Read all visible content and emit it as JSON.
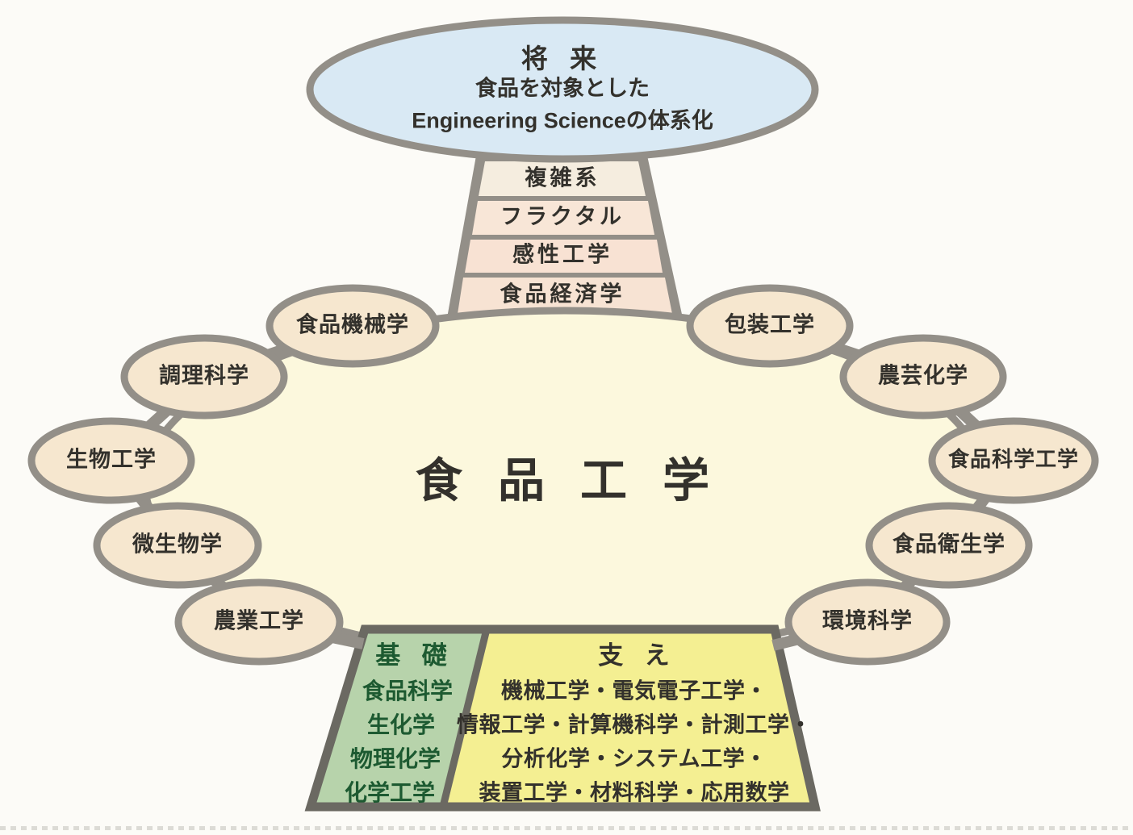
{
  "future": {
    "heading": "将 来",
    "line1": "食品を対象とした",
    "line2": "Engineering Scienceの体系化"
  },
  "pedestal": {
    "bands": [
      "複雑系",
      "フラクタル",
      "感性工学",
      "食品経済学"
    ]
  },
  "center": {
    "label": "食 品 工 学"
  },
  "satellites": [
    "食品機械学",
    "調理科学",
    "生物工学",
    "微生物学",
    "農業工学",
    "包装工学",
    "農芸化学",
    "食品科学工学",
    "食品衛生学",
    "環境科学"
  ],
  "foundation": {
    "heading": "基 礎",
    "items": [
      "食品科学",
      "生化学",
      "物理化学",
      "化学工学"
    ]
  },
  "support": {
    "heading": "支 え",
    "lines": [
      "機械工学・電気電子工学・",
      "情報工学・計算機科学・計測工学・",
      "分析化学・システム工学・",
      "装置工学・材料科学・応用数学"
    ]
  },
  "colors": {
    "future_fill": "#d9e9f4",
    "center_fill": "#fcf8dd",
    "satellite_fill": "#f6e7cf",
    "band_fill_1": "#f5eddf",
    "band_fill_2": "#f8e6d7",
    "band_fill_3": "#f8e2d3",
    "band_fill_4": "#f7e3d3",
    "foundation_fill": "#b7d3ab",
    "support_fill": "#f4ef92",
    "outline_gray": "#938f88",
    "trapezoid_outline": "#6b6962",
    "foundation_text": "#1d5a31",
    "text_dark": "#33312c"
  }
}
